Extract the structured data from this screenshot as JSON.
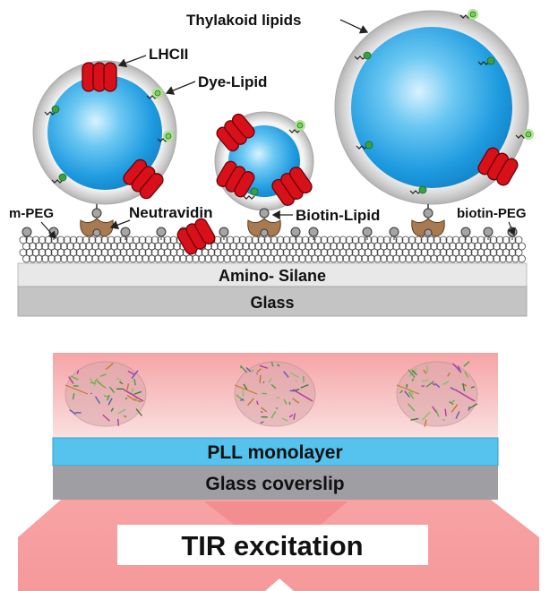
{
  "top_panel": {
    "labels": {
      "thylakoid_lipids": "Thylakoid lipids",
      "lhcii": "LHCII",
      "dye_lipid": "Dye-Lipid",
      "m_peg": "m-PEG",
      "neutravidin": "Neutravidin",
      "biotin_lipid": "Biotin-Lipid",
      "biotin_peg": "biotin-PEG"
    },
    "layers": {
      "amino_silane": "Amino- Silane",
      "glass": "Glass"
    }
  },
  "bottom_panel": {
    "pll_monolayer": "PLL  monolayer",
    "glass_coverslip": "Glass coverslip",
    "tir_excitation": "TIR   excitation"
  },
  "colors": {
    "lipid_shell": "#c8c8c8",
    "vesicle_core": "#1e9be0",
    "lhcii_protein": "#d8101a",
    "dye": "#3aa040",
    "dye_glow": "#a6e28a",
    "neutravidin": "#a87a52",
    "surface_pink": "#f7a1a3",
    "pll_blue": "#55c3ee",
    "coverslip_gray": "#9e9ea3"
  }
}
